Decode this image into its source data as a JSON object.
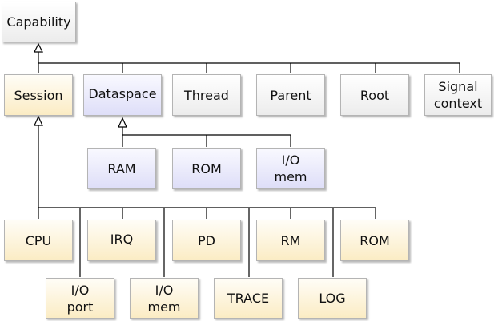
{
  "nodes": {
    "capability": "Capability",
    "session": "Session",
    "dataspace": "Dataspace",
    "thread": "Thread",
    "parent": "Parent",
    "root": "Root",
    "signal_context": [
      "Signal",
      "context"
    ],
    "ram": "RAM",
    "rom_dataspace": "ROM",
    "io_mem_dataspace": [
      "I/O",
      "mem"
    ],
    "cpu": "CPU",
    "irq": "IRQ",
    "pd": "PD",
    "rm": "RM",
    "rom_session": "ROM",
    "io_port": [
      "I/O",
      "port"
    ],
    "io_mem_session": [
      "I/O",
      "mem"
    ],
    "trace": "TRACE",
    "log": "LOG"
  },
  "colors": {
    "base": "#ececec",
    "session": "#fbecc4",
    "dataspace": "#dedef8"
  },
  "relation": "inheritance"
}
